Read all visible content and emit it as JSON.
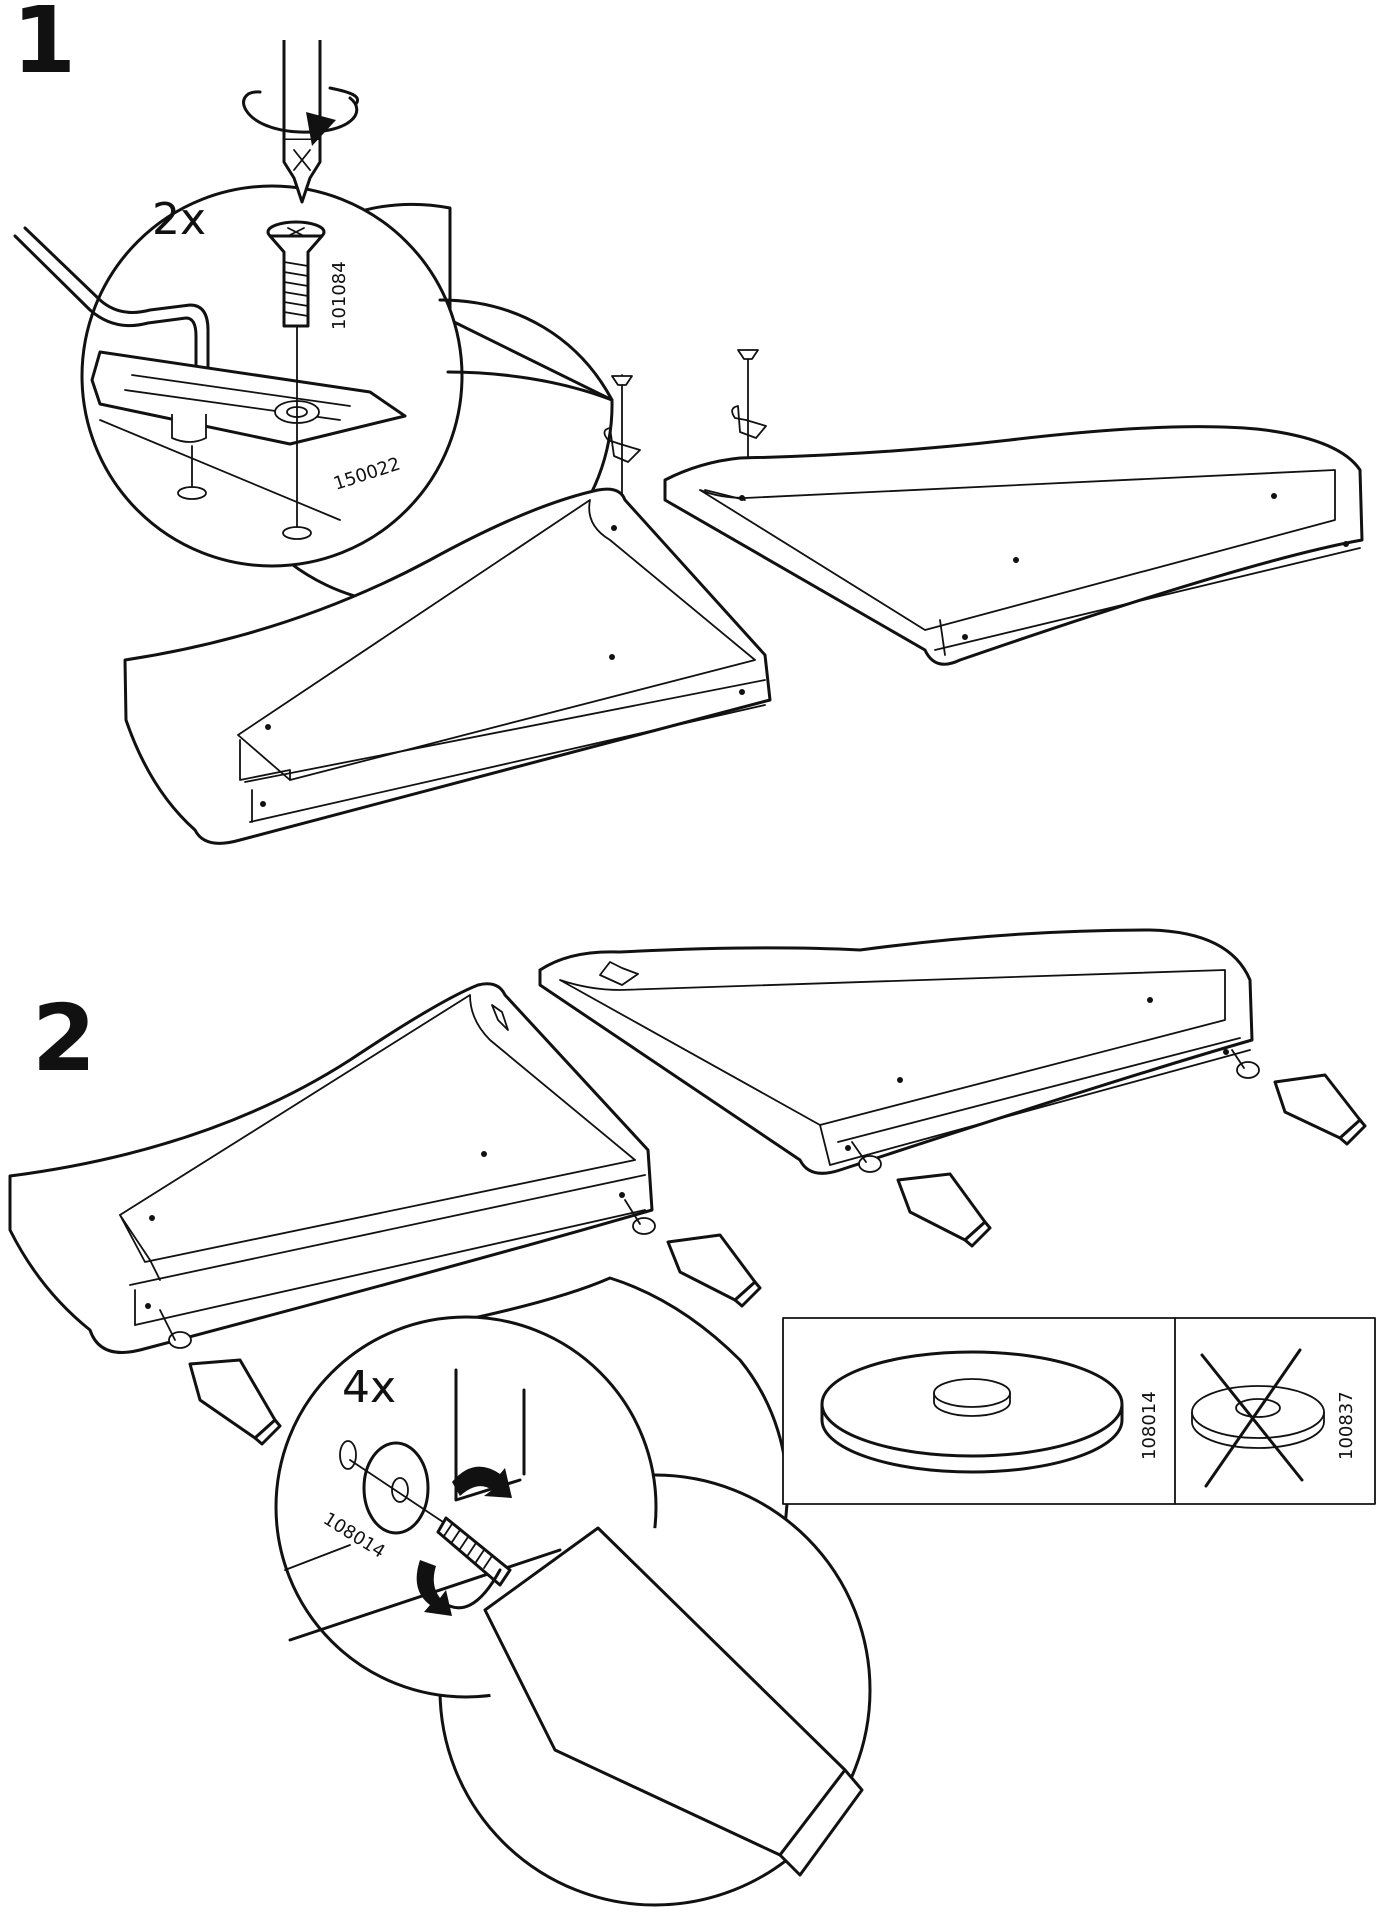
{
  "steps": [
    {
      "number": "1",
      "multiplier": "2x",
      "parts": [
        "101084",
        "150022"
      ]
    },
    {
      "number": "2",
      "multiplier": "4x",
      "parts": [
        "108014"
      ]
    }
  ],
  "washer_note": {
    "correct_part": "108014",
    "wrong_part": "100837"
  },
  "icons": [
    "screwdriver-icon",
    "rotate-arrow-icon",
    "cross-out-icon"
  ],
  "colors": {
    "ink": "#111111",
    "paper": "#ffffff"
  }
}
